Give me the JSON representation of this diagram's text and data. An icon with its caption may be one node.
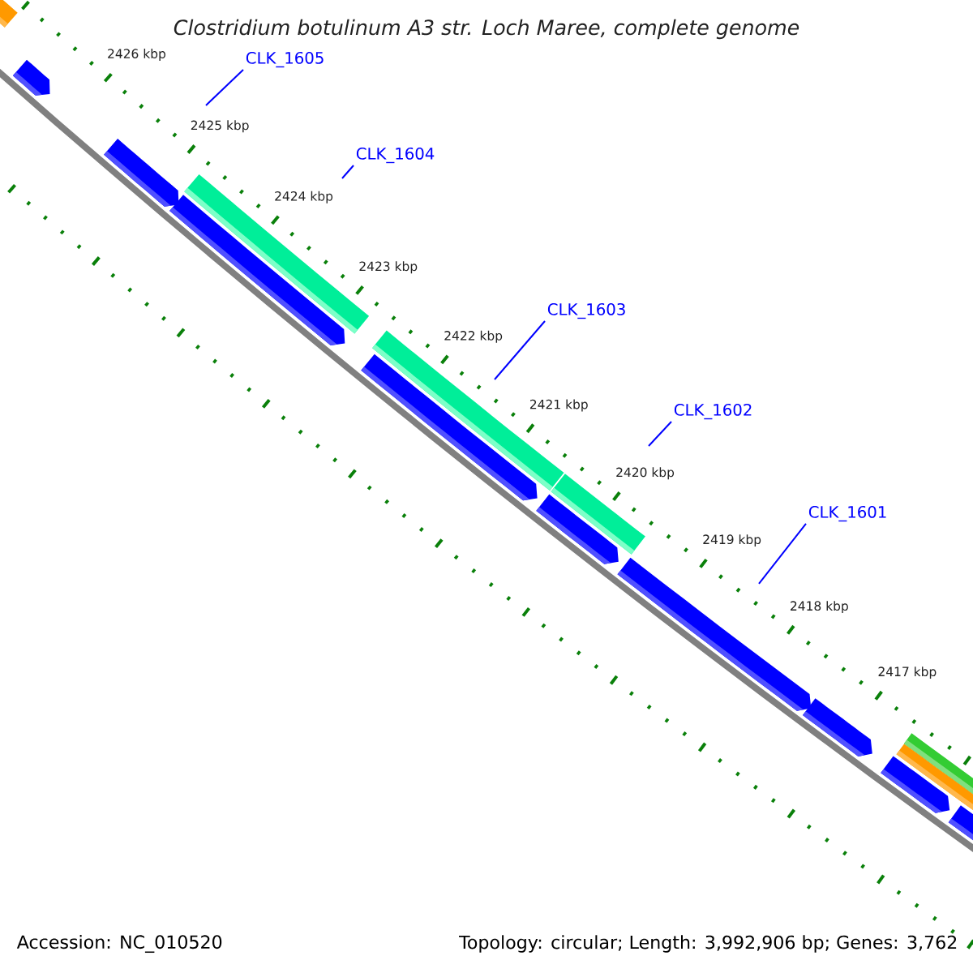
{
  "diagram": {
    "title": "Clostridium botulinum A3 str. Loch Maree, complete genome",
    "nodes": [
      {
        "text": [
          "CLK_1605"
        ]
      },
      {
        "text": [
          "CLK_1604"
        ]
      },
      {
        "text": [
          "CLK_1603"
        ]
      },
      {
        "text": [
          "CLK_1602"
        ]
      },
      {
        "text": [
          "CLK_1601"
        ]
      }
    ],
    "edges": [
      {
        "from": 0,
        "to": null,
        "arrow": "none"
      },
      {
        "from": 1,
        "to": null,
        "arrow": "none"
      },
      {
        "from": 2,
        "to": null,
        "arrow": "none"
      },
      {
        "from": 3,
        "to": null,
        "arrow": "none"
      },
      {
        "from": 4,
        "to": null,
        "arrow": "none"
      }
    ],
    "labels": [
      "2426 kbp",
      "2425 kbp",
      "2424 kbp",
      "2423 kbp",
      "2422 kbp",
      "2421 kbp",
      "2420 kbp",
      "2419 kbp",
      "2418 kbp",
      "2417 kbp",
      "Accession: NC_010520",
      "Topology: circular; Length: 3,992,906 bp; Genes: 3,762"
    ]
  }
}
